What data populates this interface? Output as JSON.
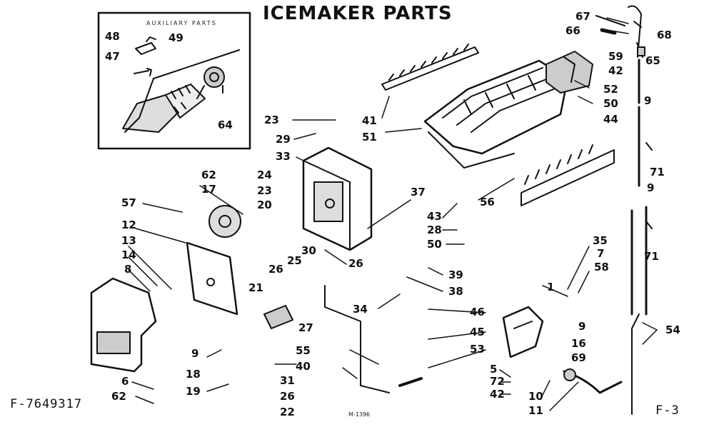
{
  "title": "ICEMAKER PARTS",
  "auxiliary_label": "AUXILIARY PARTS",
  "drawing_number": "M-1396",
  "catalog_code": "F-7649317",
  "page_code": "F-3",
  "callouts": [
    "48",
    "49",
    "47",
    "64",
    "23",
    "29",
    "33",
    "41",
    "51",
    "67",
    "66",
    "68",
    "59",
    "65",
    "42",
    "52",
    "50",
    "44",
    "9",
    "71",
    "24",
    "62",
    "17",
    "57",
    "12",
    "13",
    "14",
    "8",
    "20",
    "23b",
    "37",
    "56",
    "43",
    "28",
    "50b",
    "30",
    "26",
    "25",
    "26b",
    "39",
    "38",
    "34",
    "35",
    "7",
    "58",
    "21",
    "46",
    "45",
    "53",
    "1",
    "16",
    "69",
    "9b",
    "9c",
    "18",
    "19",
    "6",
    "62b",
    "27",
    "55",
    "40",
    "31",
    "26c",
    "22",
    "5",
    "72",
    "42b",
    "10",
    "11",
    "54"
  ],
  "callout_text": {
    "48": "48",
    "49": "49",
    "47": "47",
    "64": "64",
    "23": "23",
    "29": "29",
    "33": "33",
    "41": "41",
    "51": "51",
    "67": "67",
    "66": "66",
    "68": "68",
    "59": "59",
    "65": "65",
    "42": "42",
    "52": "52",
    "50": "50",
    "44": "44",
    "9": "9",
    "71": "71",
    "24": "24",
    "62": "62",
    "17": "17",
    "57": "57",
    "12": "12",
    "13": "13",
    "14": "14",
    "8": "8",
    "20": "20",
    "23b": "23",
    "37": "37",
    "56": "56",
    "43": "43",
    "28": "28",
    "50b": "50",
    "30": "30",
    "26": "26",
    "25": "25",
    "26b": "26",
    "39": "39",
    "38": "38",
    "34": "34",
    "35": "35",
    "7": "7",
    "58": "58",
    "21": "21",
    "46": "46",
    "45": "45",
    "53": "53",
    "1": "1",
    "16": "16",
    "69": "69",
    "9b": "9",
    "9c": "9",
    "18": "18",
    "19": "19",
    "6": "6",
    "62b": "62",
    "27": "27",
    "55": "55",
    "40": "40",
    "31": "31",
    "26c": "26",
    "22": "22",
    "5": "5",
    "72": "72",
    "42b": "42",
    "10": "10",
    "11": "11",
    "54": "54"
  }
}
